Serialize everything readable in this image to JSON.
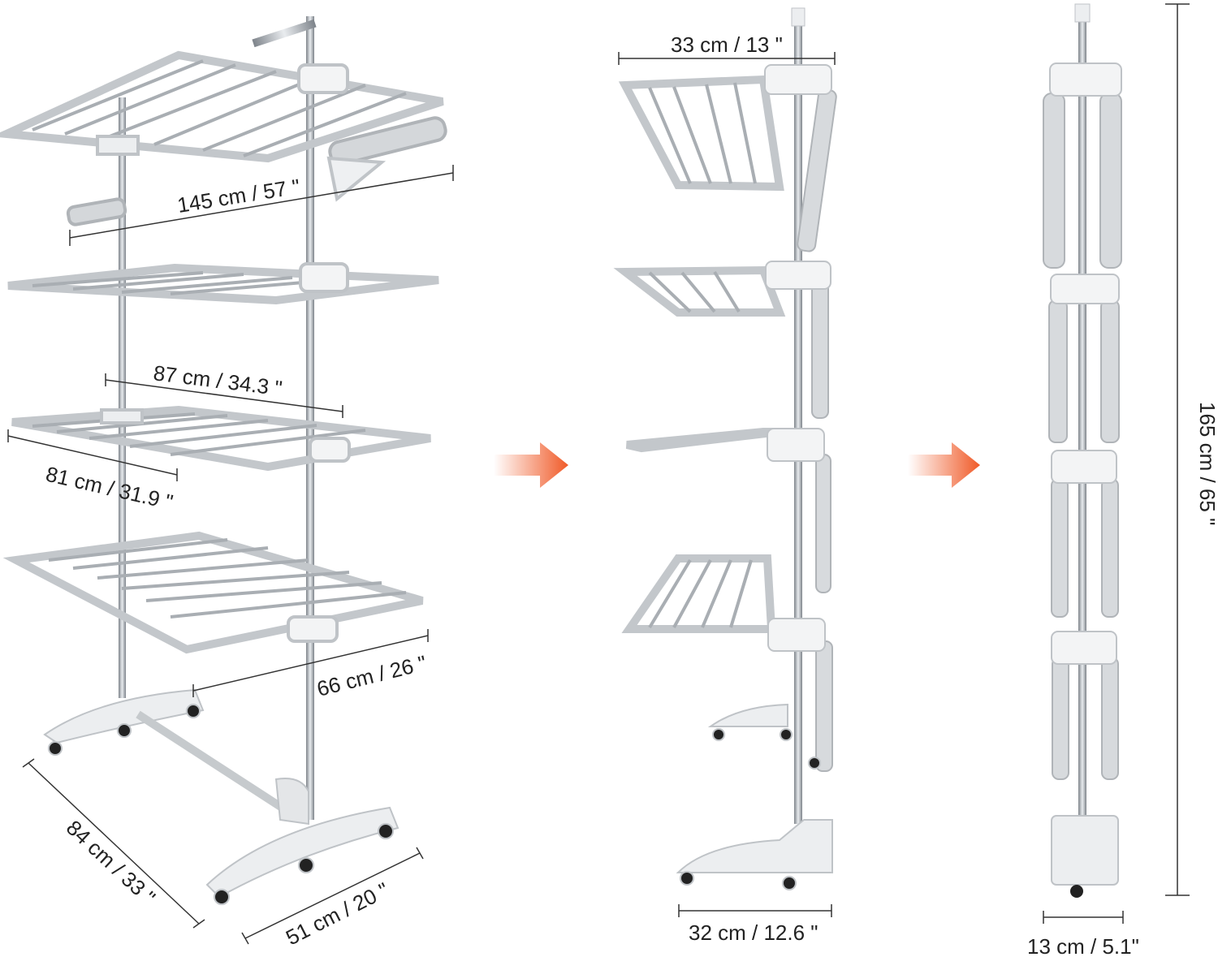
{
  "colors": {
    "arrow": "#f05a28",
    "frame": "#b8bcc0",
    "pole": "#9aa0a6",
    "plastic": "#e8eaec",
    "dimension_line": "#333333"
  },
  "dimensions": {
    "width_expanded": "145 cm / 57 \"",
    "middle_shelf_width": "87 cm / 34.3 \"",
    "lower_shelf_width": "81 cm / 31.9 \"",
    "bottom_shelf_depth": "66 cm / 26 \"",
    "base_length": "84 cm / 33 \"",
    "base_width": "51 cm / 20 \"",
    "side_top_depth": "33 cm / 13 \"",
    "side_base_depth": "32 cm / 12.6 \"",
    "folded_width": "13 cm / 5.1\"",
    "height": "165 cm / 65 \""
  },
  "icons": [
    "right-arrow-icon",
    "right-arrow-icon"
  ]
}
